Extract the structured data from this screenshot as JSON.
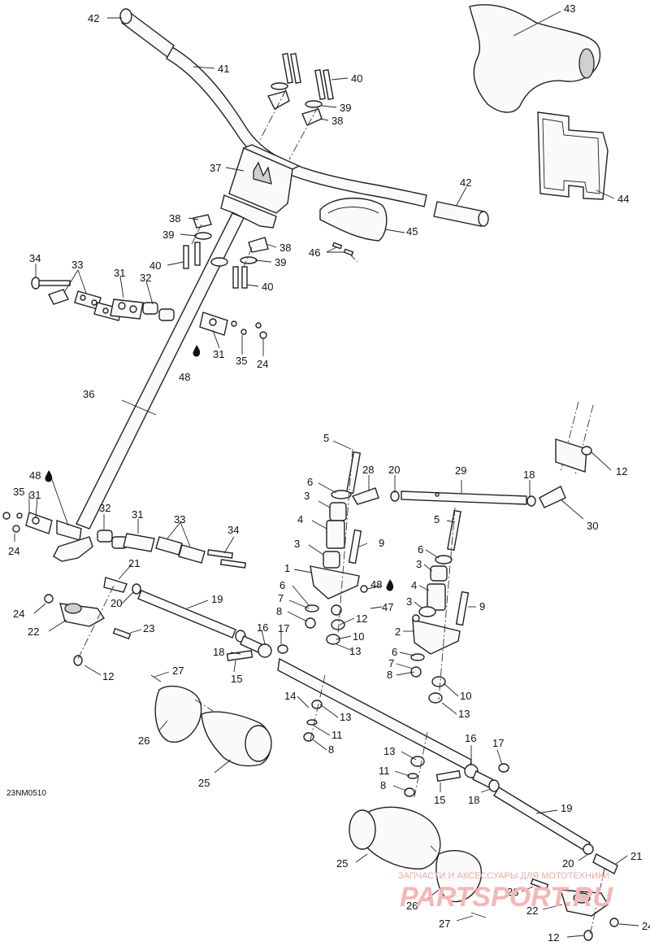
{
  "diagram": {
    "code": "23NM0510",
    "watermark": {
      "tagline": "ЗАПЧАСТИ И АКСЕССУАРЫ ДЛЯ МОТОТЕХНИКИ",
      "brand": "PARTSPORT.RU"
    },
    "callouts": [
      "42",
      "41",
      "40",
      "39",
      "38",
      "37",
      "38",
      "39",
      "40",
      "38",
      "39",
      "40",
      "43",
      "44",
      "42",
      "45",
      "46",
      "34",
      "33",
      "31",
      "32",
      "31",
      "35",
      "24",
      "48",
      "36",
      "48",
      "35",
      "31",
      "24",
      "32",
      "31",
      "33",
      "34",
      "21",
      "24",
      "22",
      "20",
      "19",
      "23",
      "12",
      "16",
      "17",
      "18",
      "15",
      "27",
      "26",
      "25",
      "5",
      "28",
      "20",
      "29",
      "18",
      "12",
      "30",
      "6",
      "3",
      "4",
      "3",
      "9",
      "1",
      "6",
      "7",
      "8",
      "12",
      "10",
      "13",
      "48",
      "47",
      "5",
      "6",
      "3",
      "4",
      "9",
      "3",
      "2",
      "6",
      "7",
      "8",
      "10",
      "13",
      "14",
      "13",
      "11",
      "8",
      "16",
      "17",
      "13",
      "11",
      "8",
      "15",
      "18",
      "19",
      "25",
      "20",
      "21",
      "23",
      "22",
      "24",
      "26",
      "27",
      "12"
    ]
  }
}
